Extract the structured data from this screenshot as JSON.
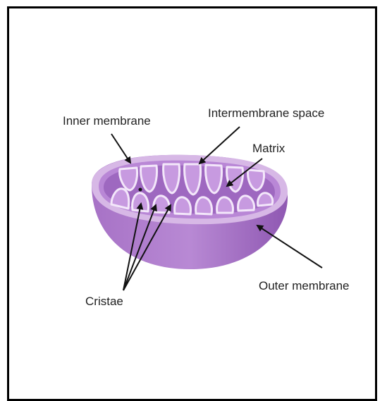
{
  "labels": {
    "inner_membrane": "Inner membrane",
    "intermembrane_space": "Intermembrane space",
    "matrix": "Matrix",
    "cristae": "Cristae",
    "outer_membrane": "Outer membrane"
  },
  "colors": {
    "outer": "#b47ed0",
    "outer_dark": "#8c55ad",
    "rim": "#d7b8e6",
    "inner_fill": "#a571c5",
    "crista": "#c79ae0",
    "crista_edge": "#f3e7fa",
    "arrow": "#111111"
  }
}
